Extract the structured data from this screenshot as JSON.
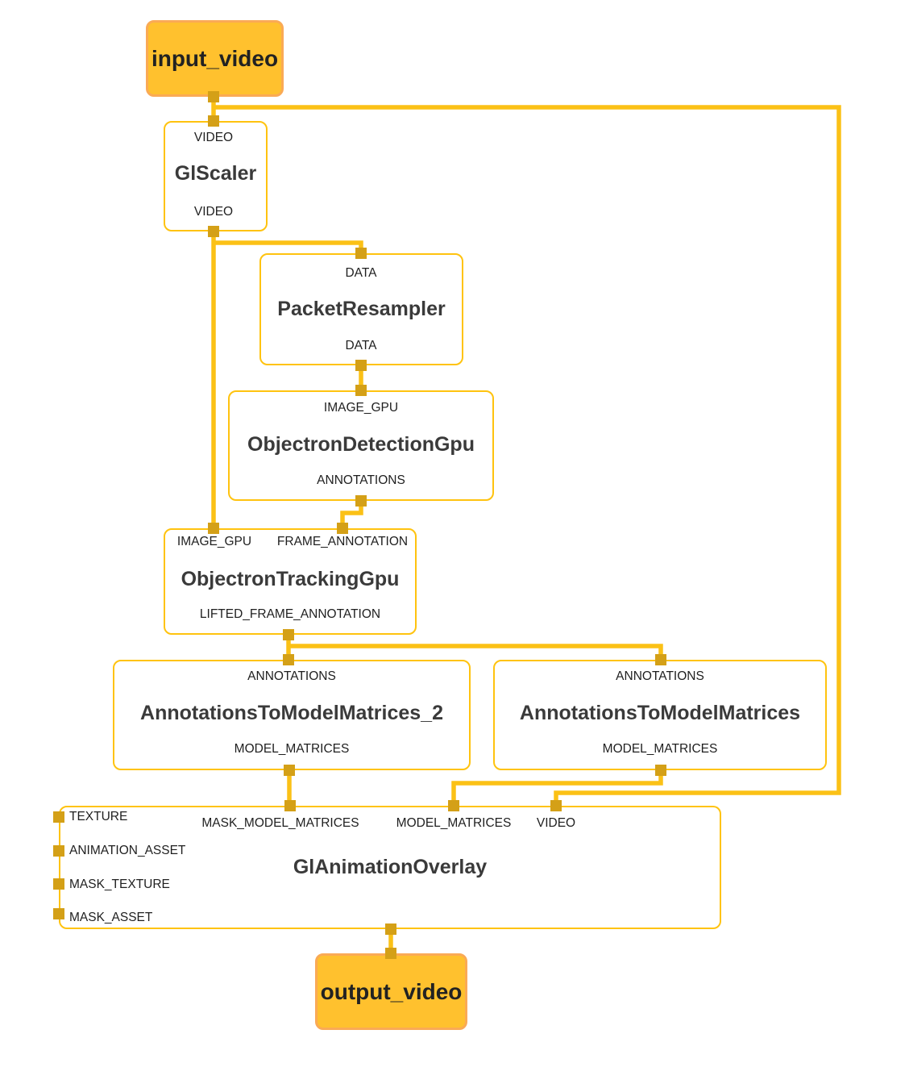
{
  "diagram": {
    "io_nodes": {
      "input": {
        "label": "input_video"
      },
      "output": {
        "label": "output_video"
      }
    },
    "nodes": {
      "glScaler": {
        "title": "GlScaler",
        "inputs": [
          "VIDEO"
        ],
        "outputs": [
          "VIDEO"
        ]
      },
      "packetResampler": {
        "title": "PacketResampler",
        "inputs": [
          "DATA"
        ],
        "outputs": [
          "DATA"
        ]
      },
      "objectronDetectionGpu": {
        "title": "ObjectronDetectionGpu",
        "inputs": [
          "IMAGE_GPU"
        ],
        "outputs": [
          "ANNOTATIONS"
        ]
      },
      "objectronTrackingGpu": {
        "title": "ObjectronTrackingGpu",
        "inputs": [
          "IMAGE_GPU",
          "FRAME_ANNOTATION"
        ],
        "outputs": [
          "LIFTED_FRAME_ANNOTATION"
        ]
      },
      "annotationsToModelMatrices2": {
        "title": "AnnotationsToModelMatrices_2",
        "inputs": [
          "ANNOTATIONS"
        ],
        "outputs": [
          "MODEL_MATRICES"
        ]
      },
      "annotationsToModelMatrices": {
        "title": "AnnotationsToModelMatrices",
        "inputs": [
          "ANNOTATIONS"
        ],
        "outputs": [
          "MODEL_MATRICES"
        ]
      },
      "glAnimationOverlay": {
        "title": "GlAnimationOverlay",
        "inputs": [
          "MASK_MODEL_MATRICES",
          "MODEL_MATRICES",
          "VIDEO"
        ],
        "side_inputs": [
          "TEXTURE",
          "ANIMATION_ASSET",
          "MASK_TEXTURE",
          "MASK_ASSET"
        ]
      }
    },
    "colors": {
      "edge": "#FBC116",
      "connector": "#D4A017",
      "node_border": "#FFC30F",
      "io_fill": "#FFC12E",
      "io_border": "#FAAA55",
      "title_text": "#3A3A3A",
      "port_text": "#1F1F1F"
    }
  }
}
